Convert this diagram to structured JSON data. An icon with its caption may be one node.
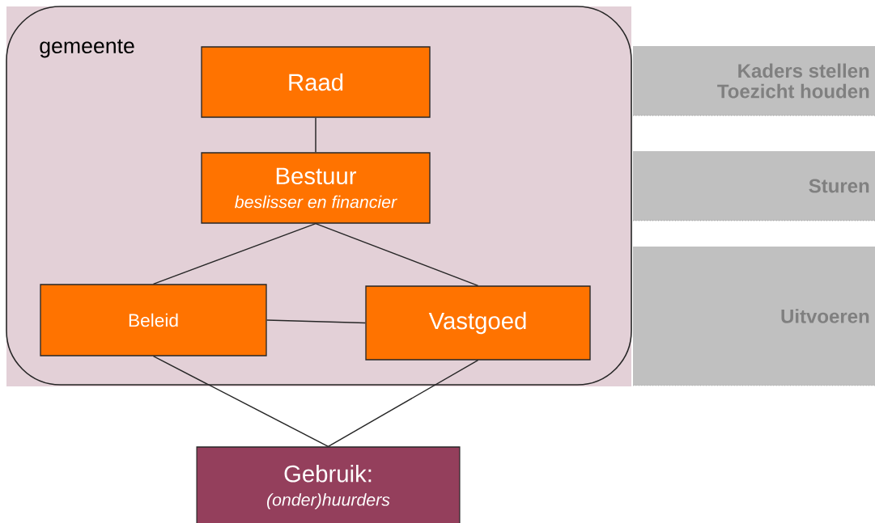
{
  "diagram": {
    "nodes": [
      {
        "text": [
          "gemeente"
        ]
      },
      {
        "text": [
          "Raad"
        ],
        "in": 0
      },
      {
        "text": [
          "Bestuur",
          "beslisser en financier"
        ],
        "in": 0
      },
      {
        "text": [
          "Beleid"
        ],
        "in": 0
      },
      {
        "text": [
          "Vastgoed"
        ],
        "in": 0
      },
      {
        "text": [
          "Gebruik:",
          "(onder)huurders"
        ]
      },
      {
        "text": [
          "Kaders stellen",
          "Toezicht houden"
        ]
      },
      {
        "text": [
          "Sturen"
        ]
      },
      {
        "text": [
          "Uitvoeren"
        ]
      }
    ],
    "edges": [
      {
        "from": 1,
        "to": 2,
        "arrow": "none"
      },
      {
        "from": 2,
        "to": 3,
        "arrow": "none"
      },
      {
        "from": 2,
        "to": 4,
        "arrow": "none"
      },
      {
        "from": 3,
        "to": 4,
        "arrow": "none"
      },
      {
        "from": 3,
        "to": 5,
        "arrow": "none"
      },
      {
        "from": 4,
        "to": 5,
        "arrow": "none"
      }
    ]
  }
}
